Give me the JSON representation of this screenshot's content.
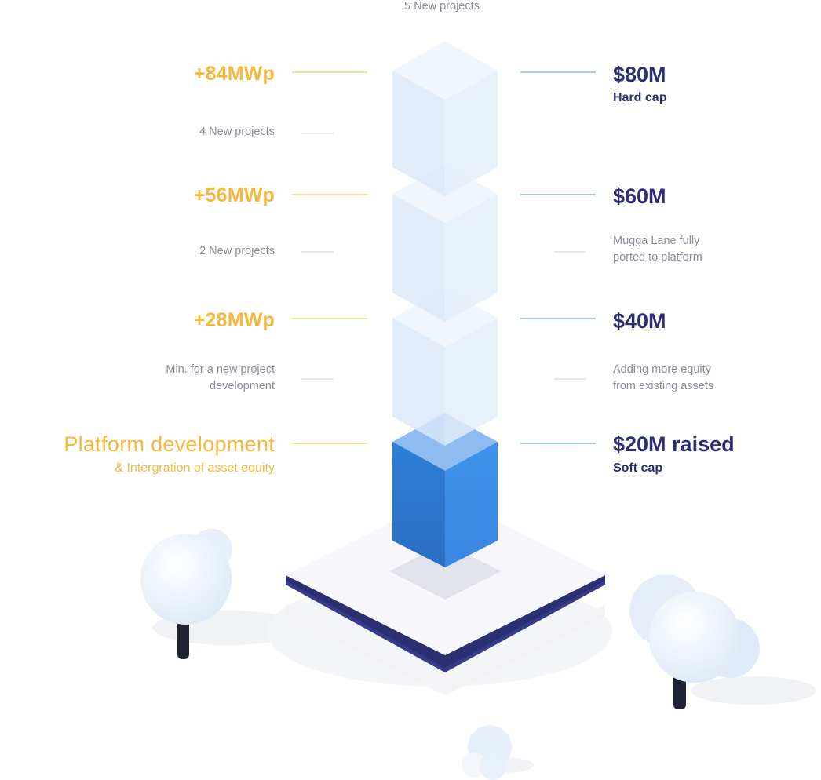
{
  "top_note": "5 New projects",
  "left": {
    "mwp_84": "+84MWp",
    "note_4": "4 New projects",
    "mwp_56": "+56MWp",
    "note_2": "2 New projects",
    "mwp_28": "+28MWp",
    "note_min_1": "Min. for a new project",
    "note_min_2": "development",
    "platform_title": "Platform development",
    "platform_sub": "& Intergration of asset equity"
  },
  "right": {
    "cap_80": "$80M",
    "hard_cap": "Hard cap",
    "cap_60": "$60M",
    "mugga_1": "Mugga Lane fully",
    "mugga_2": "ported to platform",
    "cap_40": "$40M",
    "adding_1": "Adding more equity",
    "adding_2": "from existing assets",
    "cap_20": "$20M raised",
    "soft_cap": "Soft cap"
  },
  "colors": {
    "accent_yellow": "#f6b83a",
    "navy": "#2a2f72",
    "raised_blue": "#3b8de6",
    "ghost_blue": "#dbe8fa",
    "muted_grey": "#8a8d99"
  },
  "raised_level": 1,
  "total_levels": 4
}
